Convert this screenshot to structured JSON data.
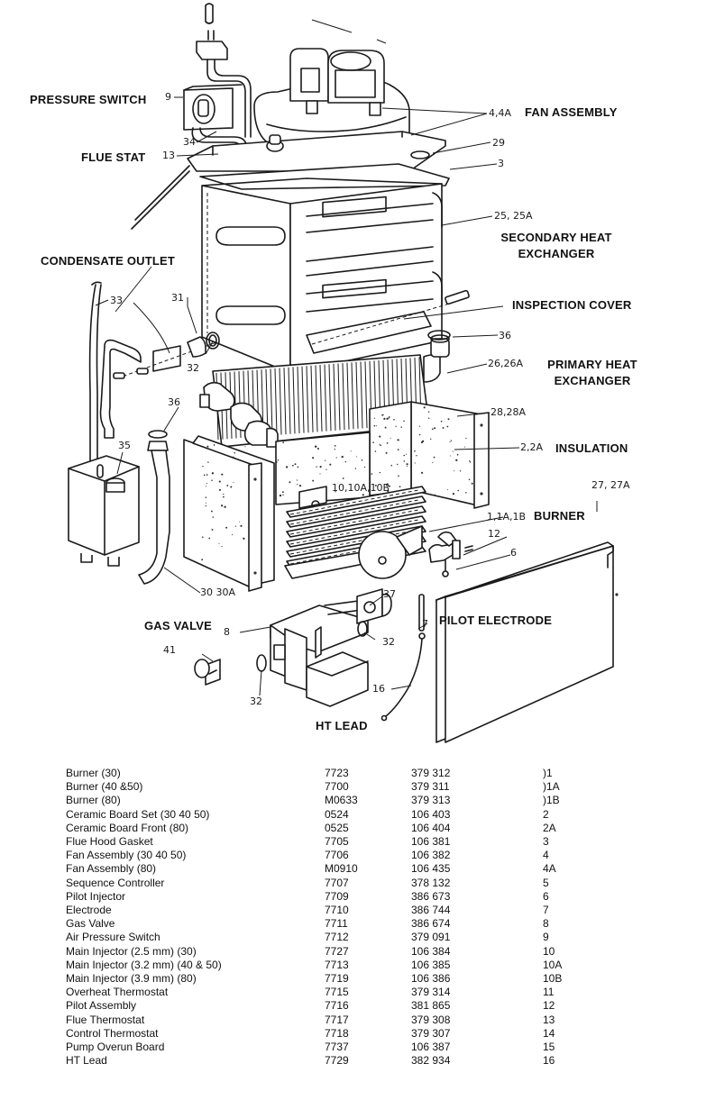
{
  "diagram": {
    "labels": {
      "pressure_switch": "PRESSURE SWITCH",
      "flue_stat": "FLUE STAT",
      "fan_assembly": "FAN ASSEMBLY",
      "secondary_heat_exchanger_1": "SECONDARY HEAT",
      "secondary_heat_exchanger_2": "EXCHANGER",
      "condensate_outlet": "CONDENSATE OUTLET",
      "inspection_cover": "INSPECTION COVER",
      "primary_heat_exchanger_1": "PRIMARY HEAT",
      "primary_heat_exchanger_2": "EXCHANGER",
      "insulation": "INSULATION",
      "burner": "BURNER",
      "gas_valve": "GAS VALVE",
      "pilot_electrode": "PILOT ELECTRODE",
      "ht_lead": "HT LEAD"
    },
    "callouts": {
      "c9": "9",
      "c34": "34",
      "c13": "13",
      "c4_4a": "4,4A",
      "c29": "29",
      "c3": "3",
      "c25": "25, 25A",
      "c33": "33",
      "c31": "31",
      "c32a": "32",
      "c36a": "36",
      "c36b": "36",
      "c26": "26,26A",
      "c28": "28,28A",
      "c2": "2,2A",
      "c35": "35",
      "c10": "10,10A,10B",
      "c27": "27, 27A",
      "c1": "1,1A,1B",
      "c12": "12",
      "c6": "6",
      "c30": "30 30A",
      "c37": "37",
      "c8": "8",
      "c7": "7",
      "c32b": "32",
      "c41": "41",
      "c32c": "32",
      "c16": "16"
    }
  },
  "parts_table": {
    "rows": [
      {
        "name": "Burner (30)",
        "code": "7723",
        "part_no": "379 312",
        "ref": ")1"
      },
      {
        "name": "Burner (40 &50)",
        "code": "7700",
        "part_no": "379 311",
        "ref": ")1A"
      },
      {
        "name": "Burner (80)",
        "code": "M0633",
        "part_no": "379 313",
        "ref": ")1B"
      },
      {
        "name": "Ceramic Board Set (30 40 50)",
        "code": "0524",
        "part_no": "106 403",
        "ref": "2"
      },
      {
        "name": "Ceramic Board Front (80)",
        "code": "0525",
        "part_no": "106 404",
        "ref": "2A"
      },
      {
        "name": "Flue Hood Gasket",
        "code": "7705",
        "part_no": "106 381",
        "ref": "3"
      },
      {
        "name": "Fan Assembly   (30 40 50)",
        "code": "7706",
        "part_no": "106 382",
        "ref": "4"
      },
      {
        "name": "Fan Assembly (80)",
        "code": "M0910",
        "part_no": "106 435",
        "ref": "4A"
      },
      {
        "name": "Sequence Controller",
        "code": "7707",
        "part_no": "378 132",
        "ref": "5"
      },
      {
        "name": "Pilot Injector",
        "code": "7709",
        "part_no": "386 673",
        "ref": "6"
      },
      {
        "name": "Electrode",
        "code": "7710",
        "part_no": "386 744",
        "ref": "7"
      },
      {
        "name": "Gas Valve",
        "code": "7711",
        "part_no": "386 674",
        "ref": "8"
      },
      {
        "name": "Air Pressure Switch",
        "code": "7712",
        "part_no": "379 091",
        "ref": "9"
      },
      {
        "name": "Main Injector (2.5 mm) (30)",
        "code": "7727",
        "part_no": "106 384",
        "ref": "10"
      },
      {
        "name": "Main Injector (3.2 mm) (40 & 50)",
        "code": "7713",
        "part_no": "106 385",
        "ref": "10A"
      },
      {
        "name": "Main Injector (3.9 mm) (80)",
        "code": "7719",
        "part_no": "106 386",
        "ref": "10B"
      },
      {
        "name": "Overheat Thermostat",
        "code": "7715",
        "part_no": "379 314",
        "ref": "11"
      },
      {
        "name": "Pilot Assembly",
        "code": "7716",
        "part_no": "381 865",
        "ref": "12"
      },
      {
        "name": "Flue Thermostat",
        "code": "7717",
        "part_no": "379 308",
        "ref": "13"
      },
      {
        "name": "Control Thermostat",
        "code": "7718",
        "part_no": "379 307",
        "ref": "14"
      },
      {
        "name": "Pump Overun Board",
        "code": "7737",
        "part_no": "106 387",
        "ref": "15"
      },
      {
        "name": "HT Lead",
        "code": "7729",
        "part_no": "382 934",
        "ref": "16"
      }
    ]
  }
}
